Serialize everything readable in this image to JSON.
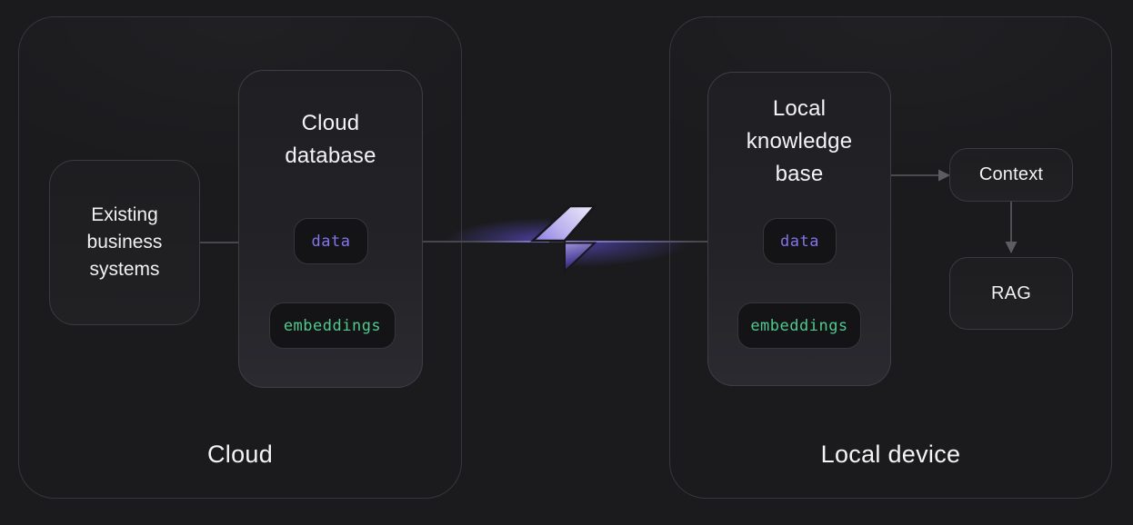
{
  "cloud": {
    "label": "Cloud",
    "existing_systems_label": "Existing business systems",
    "database": {
      "title": "Cloud database",
      "data_label": "data",
      "embeddings_label": "embeddings"
    }
  },
  "local": {
    "label": "Local device",
    "knowledge_base": {
      "title": "Local knowledge base",
      "data_label": "data",
      "embeddings_label": "embeddings"
    },
    "context_label": "Context",
    "rag_label": "RAG"
  },
  "icons": {
    "bolt": "lightning-bolt-icon"
  },
  "colors": {
    "background": "#1b1b1e",
    "group_border": "#36363c",
    "node_border": "#3e3e45",
    "connector_line": "#47474d",
    "arrow_gray": "#5a5a61",
    "data_text": "#8374ec",
    "embeddings_text": "#50c98e",
    "accent_purple": "#6452e0",
    "bolt_light": "#dfdcf5",
    "text": "#f3f3f5"
  }
}
